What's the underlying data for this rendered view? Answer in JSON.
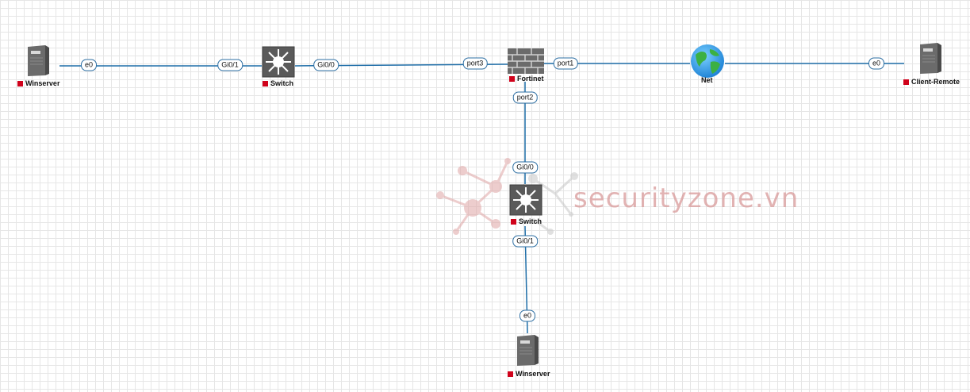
{
  "nodes": {
    "winserver_top": {
      "label": "Winserver"
    },
    "switch_top": {
      "label": "Switch"
    },
    "fortinet": {
      "label": "Fortinet"
    },
    "net": {
      "label": "Net"
    },
    "client_remote": {
      "label": "Client-Remote"
    },
    "switch_bottom": {
      "label": "Switch"
    },
    "winserver_bottom": {
      "label": "Winserver"
    }
  },
  "interfaces": {
    "ws_top_e0": "e0",
    "sw_top_gi01": "Gi0/1",
    "sw_top_gi00": "Gi0/0",
    "fg_port3": "port3",
    "fg_port1": "port1",
    "client_e0": "e0",
    "fg_port2": "port2",
    "sw_bot_gi00": "Gi0/0",
    "sw_bot_gi01": "Gi0/1",
    "ws_bot_e0": "e0"
  },
  "watermark": {
    "text": "securityzone.vn"
  },
  "colors": {
    "link": "#1f6ea8",
    "status": "#d0021b",
    "device": "#5a5a5a"
  }
}
